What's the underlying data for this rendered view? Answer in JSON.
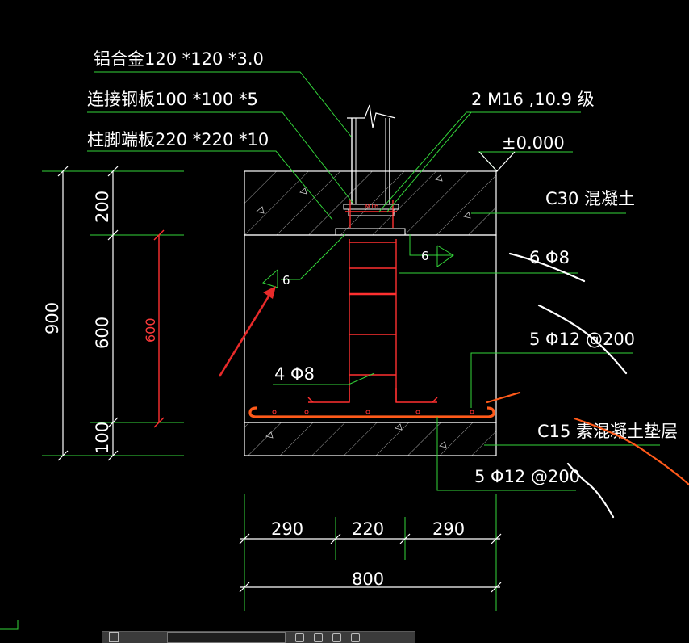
{
  "labels": {
    "aluminum": "铝合金120 *120 *3.0",
    "plate": "连接钢板100 *100 *5",
    "endplate": "柱脚端板220 *220 *10",
    "bolts": "2 M16 ,10.9 级",
    "elevation": "±0.000",
    "c30": "C30 混凝土",
    "stirrup": "6 Φ8",
    "bottom_rebar_1": "5 Φ12 @200",
    "c15": "C15 素混凝土垫层",
    "bottom_rebar_2": "5 Φ12 @200",
    "vertical_rebar": "4 Φ8",
    "section_mark_left": "6",
    "section_mark_right": "6"
  },
  "dimensions": {
    "total_height": "900",
    "top_layer": "200",
    "middle_layer": "600",
    "bottom_layer": "100",
    "middle_red": "600",
    "width_left": "290",
    "width_center": "220",
    "width_right": "290",
    "width_total": "800"
  },
  "colors": {
    "background": "#000000",
    "leader_green": "#33d63a",
    "rebar_red": "#ff3030",
    "rebar_orange": "#ff5a1a",
    "text": "#ffffff"
  },
  "icons": [
    "pointer-arrow-icon",
    "section-arrow-icon"
  ]
}
